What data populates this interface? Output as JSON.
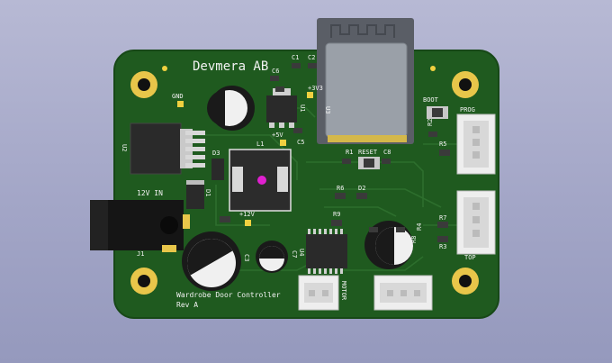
{
  "board": {
    "company": "Devmera AB",
    "title_line1": "Wardrobe Door Controller",
    "title_line2": "Rev A"
  },
  "colors": {
    "background": "#a8abc9",
    "pcb": "#1f5a1f",
    "pcb_edge": "#174817",
    "copper_pad": "#e8c64a",
    "silkscreen": "#f2f2f2",
    "module": "#5a5e66"
  },
  "labels": {
    "gnd": "GND",
    "v3v3": "+3V3",
    "v5": "+5V",
    "v12": "+12V",
    "in12": "12V IN",
    "boot": "BOOT",
    "prog": "PROG",
    "reset": "RESET",
    "motor": "MOTOR",
    "top": "TOP"
  },
  "refs": {
    "c1": "C1",
    "c2": "C2",
    "c3": "C3",
    "c5": "C5",
    "c6": "C6",
    "c7": "C7",
    "c8": "C8",
    "u1": "U1",
    "u2": "U2",
    "u3": "U3",
    "u4": "U4",
    "d1": "D1",
    "d2": "D2",
    "d3": "D3",
    "r1": "R1",
    "r2": "R2",
    "r3": "R3",
    "r4": "R4",
    "r5": "R5",
    "r6": "R6",
    "r7": "R7",
    "r8": "R8",
    "r9": "R9",
    "l1": "L1",
    "j1": "J1"
  },
  "icons": {
    "wifi": "wifi-antenna-icon",
    "mounting_hole": "mounting-hole-icon"
  }
}
